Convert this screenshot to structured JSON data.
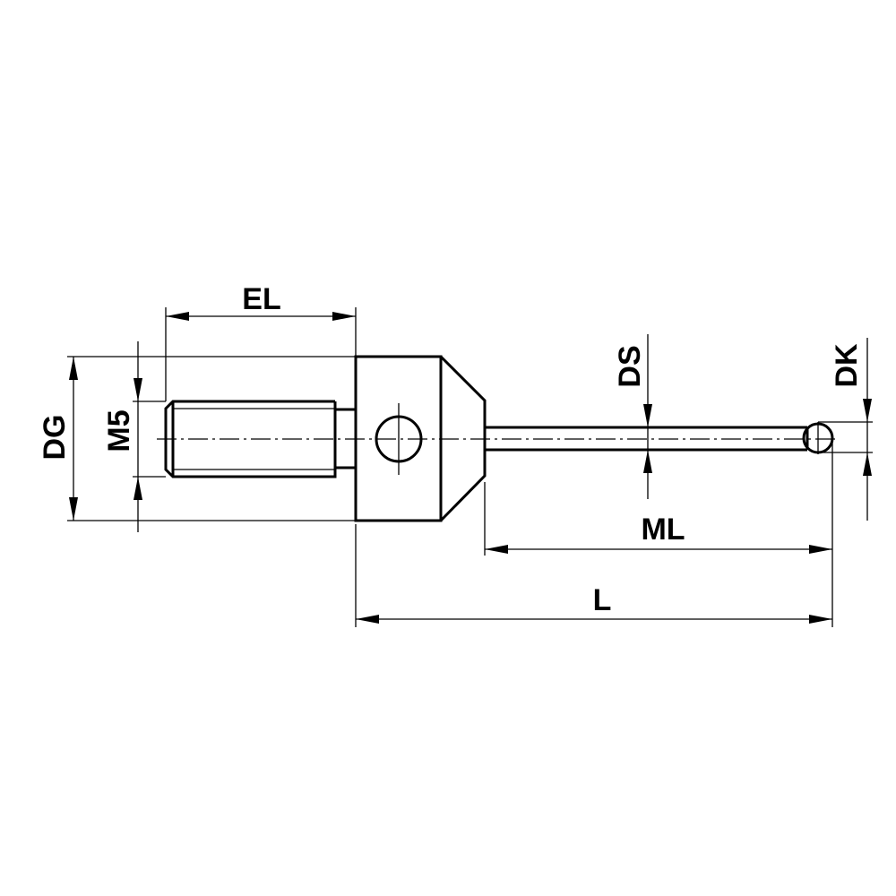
{
  "drawing": {
    "labels": {
      "el": "EL",
      "dg": "DG",
      "m5": "M5",
      "ds": "DS",
      "dk": "DK",
      "ml": "ML",
      "l": "L"
    },
    "line_color": "#000000",
    "background": "#ffffff"
  }
}
